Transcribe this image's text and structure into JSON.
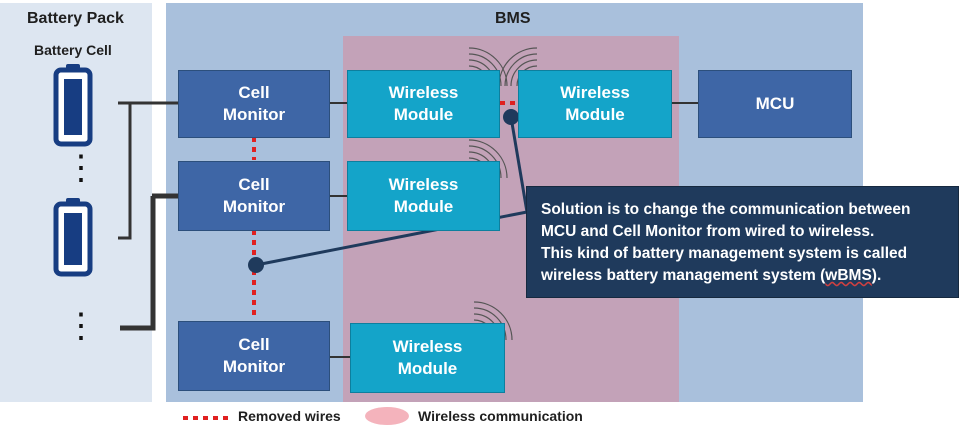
{
  "regions": {
    "battery_pack": "Battery Pack",
    "battery_cell": "Battery Cell",
    "bms": "BMS"
  },
  "boxes": {
    "cell_monitor_1": [
      "Cell",
      "Monitor"
    ],
    "cell_monitor_2": [
      "Cell",
      "Monitor"
    ],
    "cell_monitor_3": [
      "Cell",
      "Monitor"
    ],
    "wireless_module_1": [
      "Wireless",
      "Module"
    ],
    "wireless_module_2": [
      "Wireless",
      "Module"
    ],
    "wireless_module_3": [
      "Wireless",
      "Module"
    ],
    "wireless_module_mcu": [
      "Wireless",
      "Module"
    ],
    "mcu": "MCU"
  },
  "ellipsis": "⋮",
  "callout": {
    "line1": "Solution is to change the communication between",
    "line2": "MCU and Cell Monitor from wired to wireless.",
    "line3": "This kind of battery management system is called",
    "line4_prefix": "wireless battery management system (",
    "line4_term": "wBMS",
    "line4_suffix": ")."
  },
  "legend": {
    "removed_wires": "Removed wires",
    "wireless_communication": "Wireless communication"
  },
  "colors": {
    "cell_monitor": "#3e66a6",
    "wireless_module": "#14a4c9",
    "removed_wire": "#e02020",
    "wireless_zone": "#c3a2b8",
    "callout": "#1f3a5c"
  }
}
